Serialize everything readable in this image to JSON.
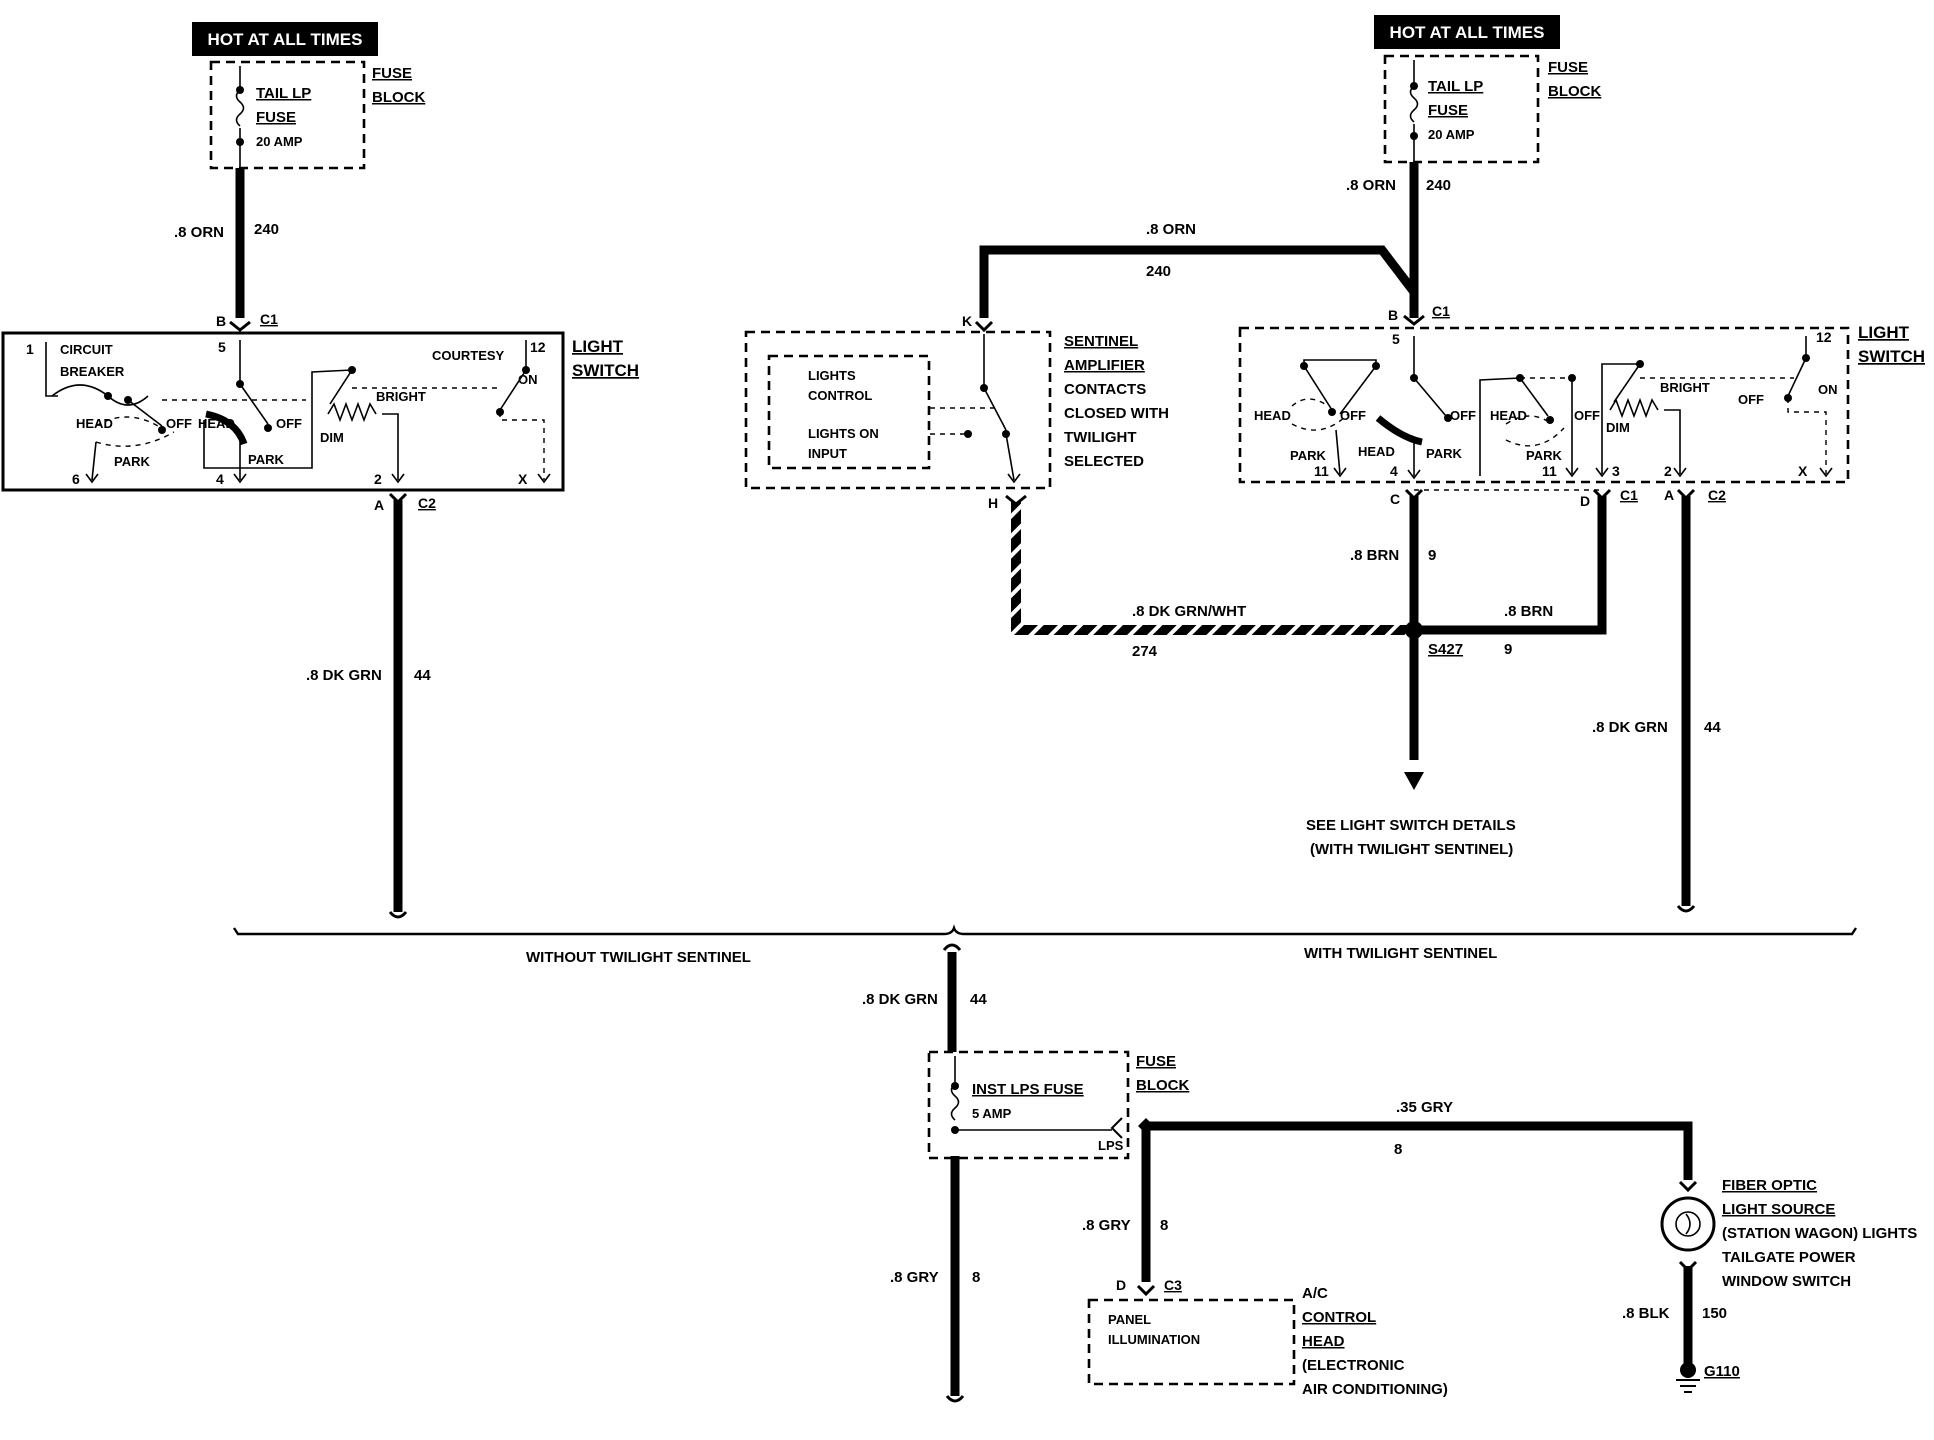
{
  "left_supply": {
    "hot_label": "HOT AT ALL TIMES",
    "fuse_name_1": "TAIL LP",
    "fuse_name_2": "FUSE",
    "fuse_rating": "20 AMP",
    "block_1": "FUSE",
    "block_2": "BLOCK",
    "wire_color": ".8 ORN",
    "wire_circuit": "240"
  },
  "right_supply": {
    "hot_label": "HOT AT ALL TIMES",
    "fuse_name_1": "TAIL LP",
    "fuse_name_2": "FUSE",
    "fuse_rating": "20 AMP",
    "block_1": "FUSE",
    "block_2": "BLOCK",
    "wire_color": ".8 ORN",
    "wire_circuit": "240"
  },
  "left_switch": {
    "title_1": "LIGHT",
    "title_2": "SWITCH",
    "pin_b": "B",
    "conn_c1": "C1",
    "pin_5": "5",
    "pin_1": "1",
    "pin_12": "12",
    "circuit": "CIRCUIT",
    "breaker": "BREAKER",
    "head": "HEAD",
    "off": "OFF",
    "park": "PARK",
    "head2": "HEAD",
    "off2": "OFF",
    "park2": "PARK",
    "bright": "BRIGHT",
    "dim": "DIM",
    "courtesy": "COURTESY",
    "on": "ON",
    "pin_6": "6",
    "pin_4": "4",
    "pin_2": "2",
    "pin_x": "X",
    "pin_a": "A",
    "conn_c2": "C2",
    "out_color": ".8 DK GRN",
    "out_circuit": "44"
  },
  "sentinel": {
    "wire_color": ".8 ORN",
    "wire_circuit": "240",
    "pin_k": "K",
    "pin_h": "H",
    "lights_1": "LIGHTS",
    "lights_2": "CONTROL",
    "on_1": "LIGHTS ON",
    "on_2": "INPUT",
    "desc_1": "SENTINEL",
    "desc_2": "AMPLIFIER",
    "desc_3": "CONTACTS",
    "desc_4": "CLOSED WITH",
    "desc_5": "TWILIGHT",
    "desc_6": "SELECTED",
    "out_color": ".8 DK GRN/WHT",
    "out_circuit": "274"
  },
  "right_switch": {
    "title_1": "LIGHT",
    "title_2": "SWITCH",
    "pin_b": "B",
    "conn_c1": "C1",
    "pin_5": "5",
    "pin_12": "12",
    "head_a": "HEAD",
    "off_a": "OFF",
    "park_a": "PARK",
    "pin_11a": "11",
    "head_b": "HEAD",
    "park_b": "PARK",
    "off_b": "OFF",
    "pin_4": "4",
    "head_c": "HEAD",
    "off_c": "OFF",
    "park_c": "PARK",
    "pin_11b": "11",
    "dim": "DIM",
    "bright": "BRIGHT",
    "off_d": "OFF",
    "on": "ON",
    "pin_3": "3",
    "pin_2": "2",
    "pin_x": "X",
    "pin_c": "C",
    "pin_d": "D",
    "conn_c1b": "C1",
    "pin_a": "A",
    "conn_c2": "C2",
    "brn_color": ".8 BRN",
    "brn_circuit": "9",
    "brn2_color": ".8 BRN",
    "brn2_circuit": "9",
    "splice": "S427",
    "see_1": "SEE LIGHT SWITCH DETAILS",
    "see_2": "(WITH TWILIGHT SENTINEL)",
    "out_color": ".8 DK GRN",
    "out_circuit": "44"
  },
  "bus": {
    "left_label": "WITHOUT TWILIGHT SENTINEL",
    "right_label": "WITH TWILIGHT SENTINEL",
    "down_color": ".8 DK GRN",
    "down_circuit": "44"
  },
  "inst_fuse": {
    "name": "INST LPS FUSE",
    "rating": "5 AMP",
    "block_1": "FUSE",
    "block_2": "BLOCK",
    "lps": "LPS",
    "gry_color": ".8 GRY",
    "gry_circuit": "8",
    "branch_color": ".8 GRY",
    "branch_circuit": "8",
    "top_color": ".35 GRY",
    "top_circuit": "8"
  },
  "ac_head": {
    "pin_d": "D",
    "conn_c3": "C3",
    "panel_1": "PANEL",
    "panel_2": "ILLUMINATION",
    "desc_1": "A/C",
    "desc_2": "CONTROL",
    "desc_3": "HEAD",
    "desc_4": "(ELECTRONIC",
    "desc_5": "AIR CONDITIONING)"
  },
  "fiber_optic": {
    "desc_1": "FIBER OPTIC",
    "desc_2": "LIGHT SOURCE",
    "desc_3": "(STATION WAGON) LIGHTS",
    "desc_4": "TAILGATE POWER",
    "desc_5": "WINDOW SWITCH",
    "gnd_color": ".8 BLK",
    "gnd_circuit": "150",
    "ground": "G110"
  }
}
